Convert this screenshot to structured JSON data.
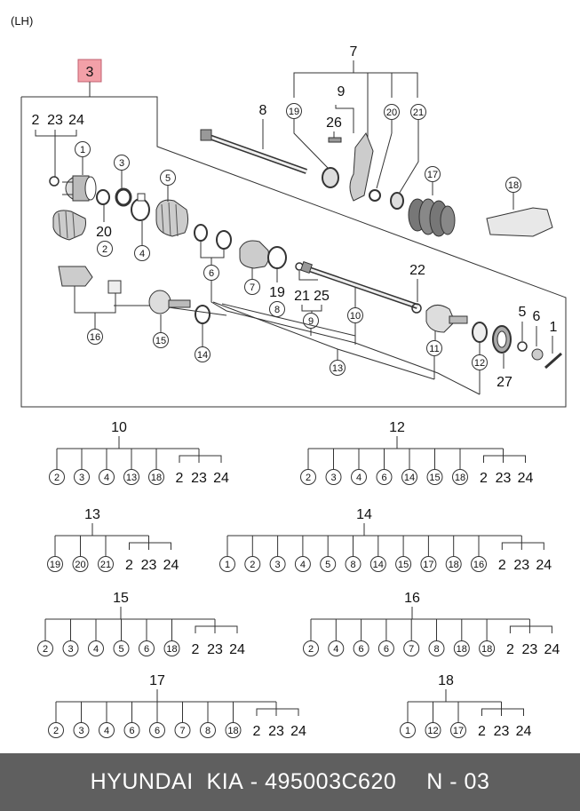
{
  "side_label": "(LH)",
  "assembly_label": "3",
  "colors": {
    "callout_fill": "#f3a0a8",
    "footer_bg": "#5f5f5f",
    "footer_text": "#ffffff"
  },
  "footer": {
    "brand": "HYUNDAI  KIA",
    "separator": " - ",
    "part_number": "495003C620",
    "page_ref": "N - 03"
  },
  "diagram_labels": {
    "c1a": "1",
    "c1b": "1",
    "c2": "2",
    "c3": "3",
    "c4": "4",
    "c5": "5",
    "c6": "6",
    "c7": "7",
    "n8a": "8",
    "c8": "8",
    "n9a": "9",
    "c9": "9",
    "c10": "10",
    "c11": "11",
    "c12": "12",
    "c13": "13",
    "c14": "14",
    "c15": "15",
    "c16": "16",
    "c17": "17",
    "c18": "18",
    "c19a": "19",
    "n19": "19",
    "c20": "20",
    "n20": "20",
    "c21": "21",
    "n21": "21",
    "n22": "22",
    "n25": "25",
    "n26": "26",
    "n27": "27",
    "n5": "5",
    "n6": "6",
    "n1": "1",
    "n7": "7",
    "top_left_refs": [
      "2",
      "23",
      "24"
    ]
  },
  "kits": [
    {
      "title": "10",
      "items": [
        "2",
        "3",
        "4",
        "13",
        "18"
      ],
      "plain": [
        "2",
        "23",
        "24"
      ]
    },
    {
      "title": "12",
      "items": [
        "2",
        "3",
        "4",
        "6",
        "14",
        "15",
        "18"
      ],
      "plain": [
        "2",
        "23",
        "24"
      ]
    },
    {
      "title": "13",
      "items": [
        "19",
        "20",
        "21"
      ],
      "plain": [
        "2",
        "23",
        "24"
      ]
    },
    {
      "title": "14",
      "items": [
        "1",
        "2",
        "3",
        "4",
        "5",
        "8",
        "14",
        "15",
        "17",
        "18",
        "16"
      ],
      "plain": [
        "2",
        "23",
        "24"
      ]
    },
    {
      "title": "15",
      "items": [
        "2",
        "3",
        "4",
        "5",
        "6",
        "18"
      ],
      "plain": [
        "2",
        "23",
        "24"
      ]
    },
    {
      "title": "16",
      "items": [
        "2",
        "4",
        "6",
        "6",
        "7",
        "8",
        "18",
        "18"
      ],
      "plain": [
        "2",
        "23",
        "24"
      ]
    },
    {
      "title": "17",
      "items": [
        "2",
        "3",
        "4",
        "6",
        "6",
        "7",
        "8",
        "18"
      ],
      "plain": [
        "2",
        "23",
        "24"
      ]
    },
    {
      "title": "18",
      "items": [
        "1",
        "12",
        "17"
      ],
      "plain": [
        "2",
        "23",
        "24"
      ]
    }
  ]
}
